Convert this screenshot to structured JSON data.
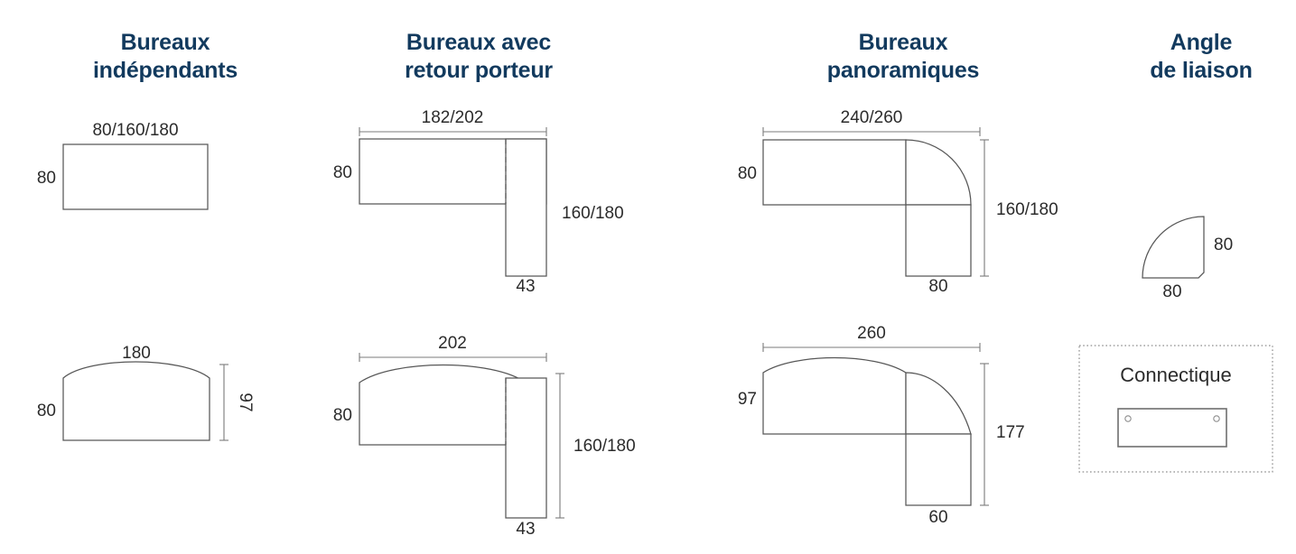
{
  "columns": [
    {
      "title_line1": "Bureaux",
      "title_line2": "indépendants",
      "top": {
        "width_label": "80/160/180",
        "depth_label": "80"
      },
      "bottom": {
        "width_label": "180",
        "depth_label": "80",
        "right_label": "97"
      }
    },
    {
      "title_line1": "Bureaux avec",
      "title_line2": "retour porteur",
      "top": {
        "width_label": "182/202",
        "depth_label": "80",
        "right_label": "160/180",
        "return_label": "43"
      },
      "bottom": {
        "width_label": "202",
        "depth_label": "80",
        "right_label": "160/180",
        "return_label": "43"
      }
    },
    {
      "title_line1": "Bureaux",
      "title_line2": "panoramiques",
      "top": {
        "width_label": "240/260",
        "depth_label": "80",
        "right_label": "160/180",
        "return_label": "80"
      },
      "bottom": {
        "width_label": "260",
        "depth_label": "97",
        "right_label": "177",
        "return_label": "60"
      }
    },
    {
      "title_line1": "Angle",
      "title_line2": "de liaison",
      "top": {
        "right_label": "80",
        "bottom_label": "80"
      },
      "bottom": {
        "caption": "Connectique"
      }
    }
  ],
  "colors": {
    "title": "#123a5e",
    "outline": "#575757",
    "dimension": "#7b7b7b",
    "label_text": "#2b2b2b",
    "background": "#ffffff"
  }
}
